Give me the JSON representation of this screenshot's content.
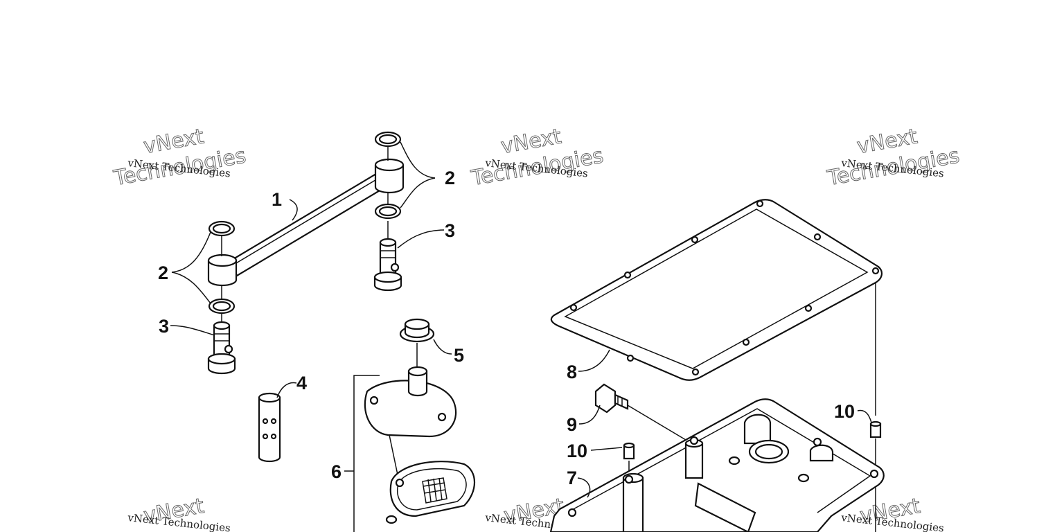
{
  "watermark": {
    "line1": "vNext Technologies",
    "line2": "vNext",
    "line3": "Technologies"
  },
  "callouts": [
    {
      "label": "1"
    },
    {
      "label": "2"
    },
    {
      "label": "2"
    },
    {
      "label": "3"
    },
    {
      "label": "3"
    },
    {
      "label": "4"
    },
    {
      "label": "5"
    },
    {
      "label": "6"
    },
    {
      "label": "7"
    },
    {
      "label": "8"
    },
    {
      "label": "9"
    },
    {
      "label": "10"
    },
    {
      "label": "10"
    }
  ]
}
